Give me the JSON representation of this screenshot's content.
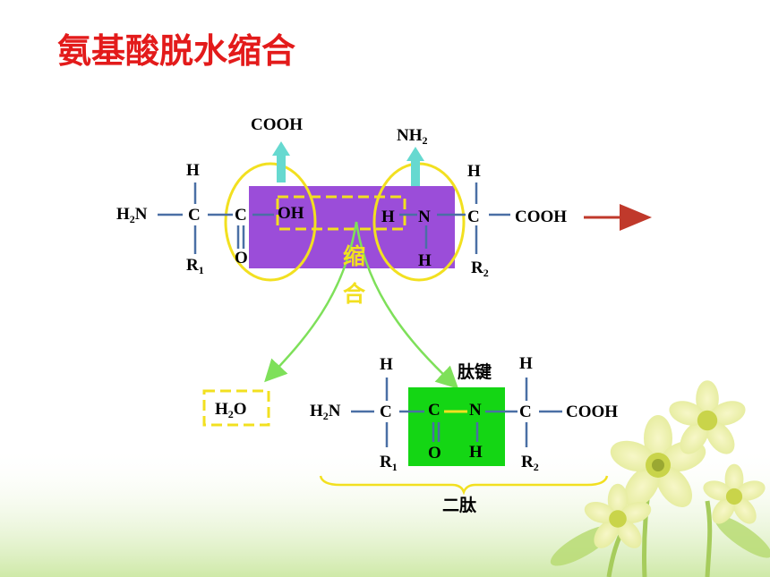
{
  "title": "氨基酸脱水缩合",
  "reaction_label": [
    "缩",
    "合"
  ],
  "peptide_bond_label": "肽键",
  "dipeptide_label": "二肽",
  "water": {
    "pre": "H",
    "sub": "2",
    "post": "O"
  },
  "amino_acid_1": {
    "amino_group": {
      "pre": "H",
      "sub": "2",
      "post": "N"
    },
    "alpha_carbon": "C",
    "h": "H",
    "r": {
      "pre": "R",
      "sub": "1"
    },
    "carboxyl_carbon": "C",
    "carbonyl_o": "O",
    "hydroxyl": "OH",
    "carboxyl_label": "COOH"
  },
  "amino_acid_2": {
    "amino_h": "H",
    "n": "N",
    "n_h": "H",
    "alpha_carbon": "C",
    "h": "H",
    "r": {
      "pre": "R",
      "sub": "2"
    },
    "carboxyl": "COOH",
    "amino_label": {
      "pre": "NH",
      "sub": "2"
    }
  },
  "dipeptide": {
    "amino_group": {
      "pre": "H",
      "sub": "2",
      "post": "N"
    },
    "c1": "C",
    "h1": "H",
    "r1": {
      "pre": "R",
      "sub": "1"
    },
    "c2": "C",
    "o": "O",
    "n": "N",
    "n_h": "H",
    "c3": "C",
    "h3": "H",
    "r2": {
      "pre": "R",
      "sub": "2"
    },
    "carboxyl": "COOH"
  },
  "colors": {
    "title": "#e31b1b",
    "purple_box": "#9b4dd9",
    "green_box": "#14d614",
    "yellow": "#f2e020",
    "bond": "#4a6fa5",
    "cyan_arrow": "#66d9d0",
    "green_arrow": "#7ee05a",
    "red_arrow": "#c0392b"
  }
}
